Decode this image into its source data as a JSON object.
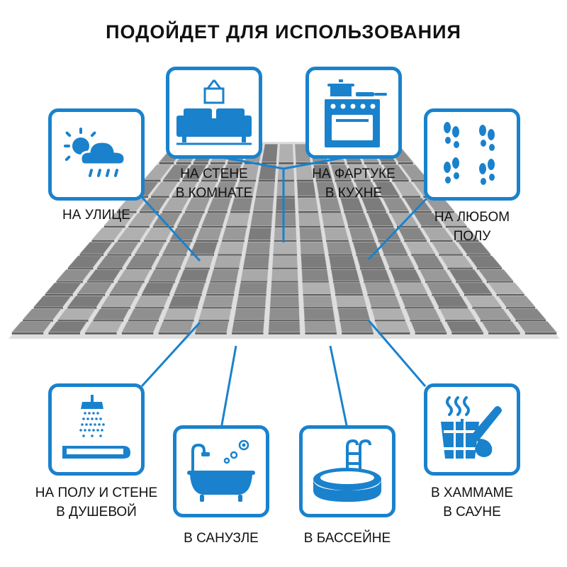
{
  "header": {
    "title": "ПОДОЙДЕТ ДЛЯ ИСПОЛЬЗОВАНИЯ"
  },
  "colors": {
    "accent": "#1a82cc",
    "tile_dark": "#7c7c7c",
    "tile_light": "#a9a9a9"
  },
  "uses": [
    {
      "icon": "weather-icon",
      "line1": "НА УЛИЦЕ",
      "line2": ""
    },
    {
      "icon": "living-room-icon",
      "line1": "НА СТЕНЕ",
      "line2": "В КОМНАТЕ"
    },
    {
      "icon": "kitchen-stove-icon",
      "line1": "НА ФАРТУКЕ",
      "line2": "В КУХНЕ"
    },
    {
      "icon": "footprints-icon",
      "line1": "НА ЛЮБОМ",
      "line2": "ПОЛУ"
    },
    {
      "icon": "shower-icon",
      "line1": "НА ПОЛУ И СТЕНЕ",
      "line2": "В ДУШЕВОЙ"
    },
    {
      "icon": "bathtub-icon",
      "line1": "В САНУЗЛЕ",
      "line2": ""
    },
    {
      "icon": "pool-icon",
      "line1": "В БАССЕЙНЕ",
      "line2": ""
    },
    {
      "icon": "sauna-icon",
      "line1": "В ХАММАМЕ",
      "line2": "В САУНЕ"
    }
  ]
}
